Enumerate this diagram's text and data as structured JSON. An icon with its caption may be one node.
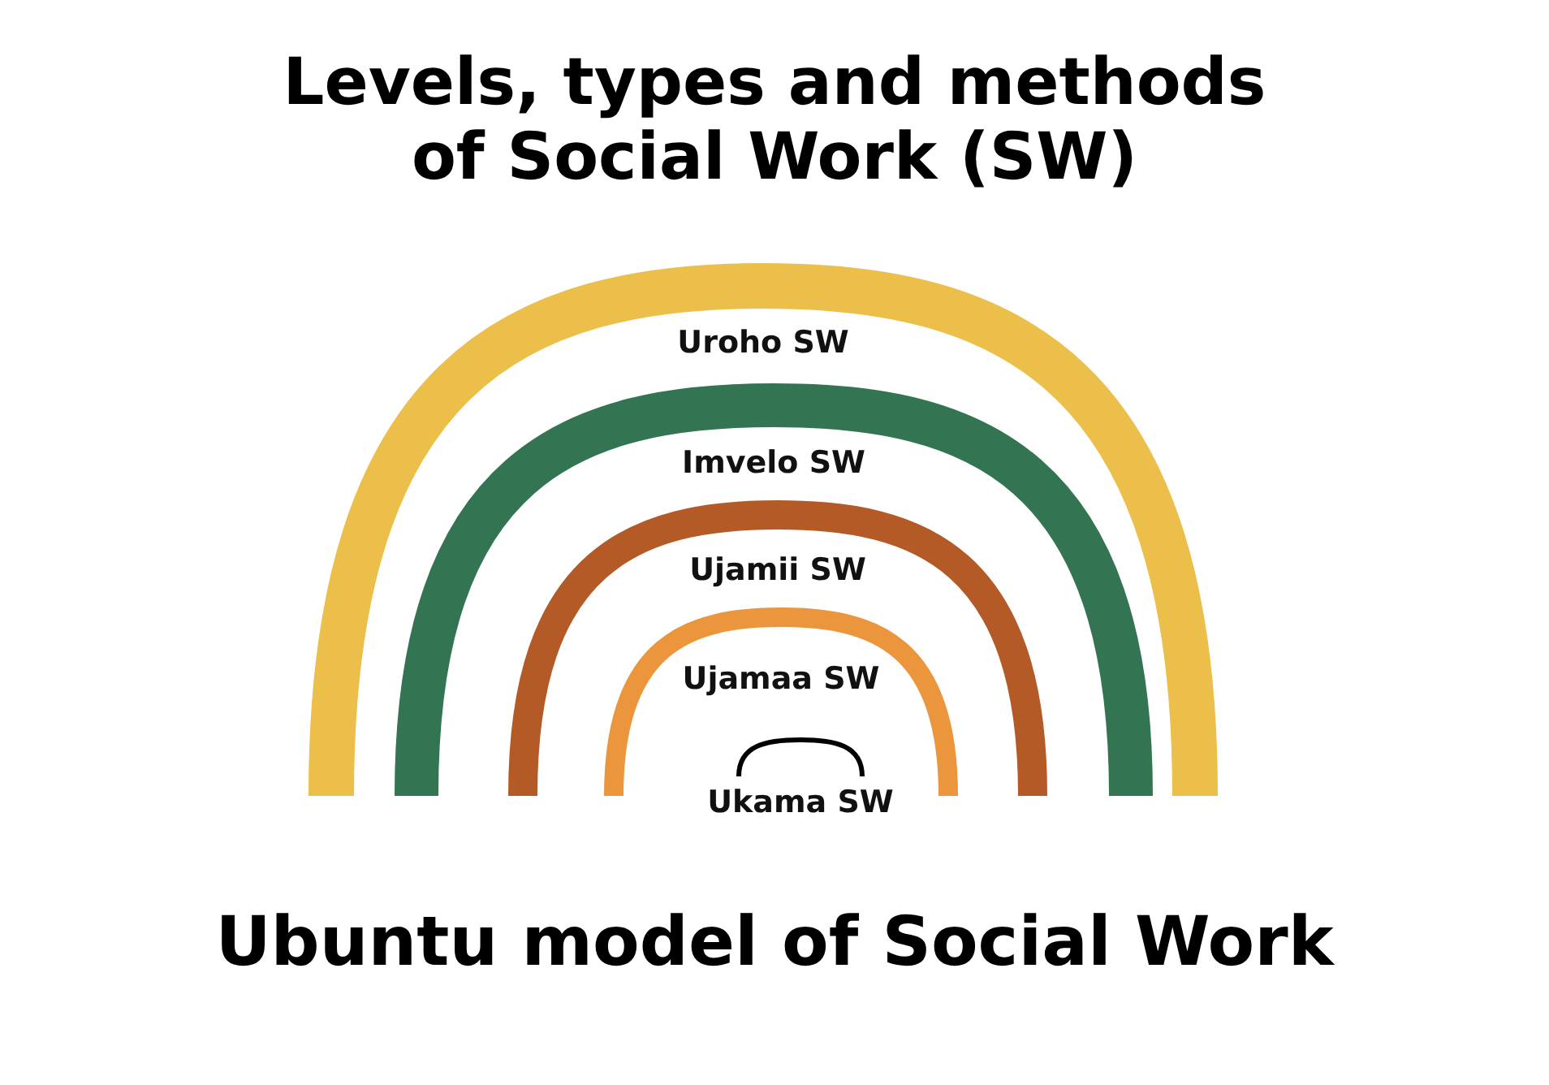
{
  "diagram": {
    "title": "Levels, types and methods of Social Work (SW)",
    "caption": "Ubuntu model of Social Work",
    "nodes": [
      {
        "text": [
          "Uroho SW"
        ]
      },
      {
        "text": [
          "Imvelo SW"
        ],
        "in": 0
      },
      {
        "text": [
          "Ujamii SW"
        ],
        "in": 1
      },
      {
        "text": [
          "Ujamaa SW"
        ],
        "in": 2
      },
      {
        "text": [
          "Ukama SW"
        ],
        "in": 3
      }
    ]
  }
}
